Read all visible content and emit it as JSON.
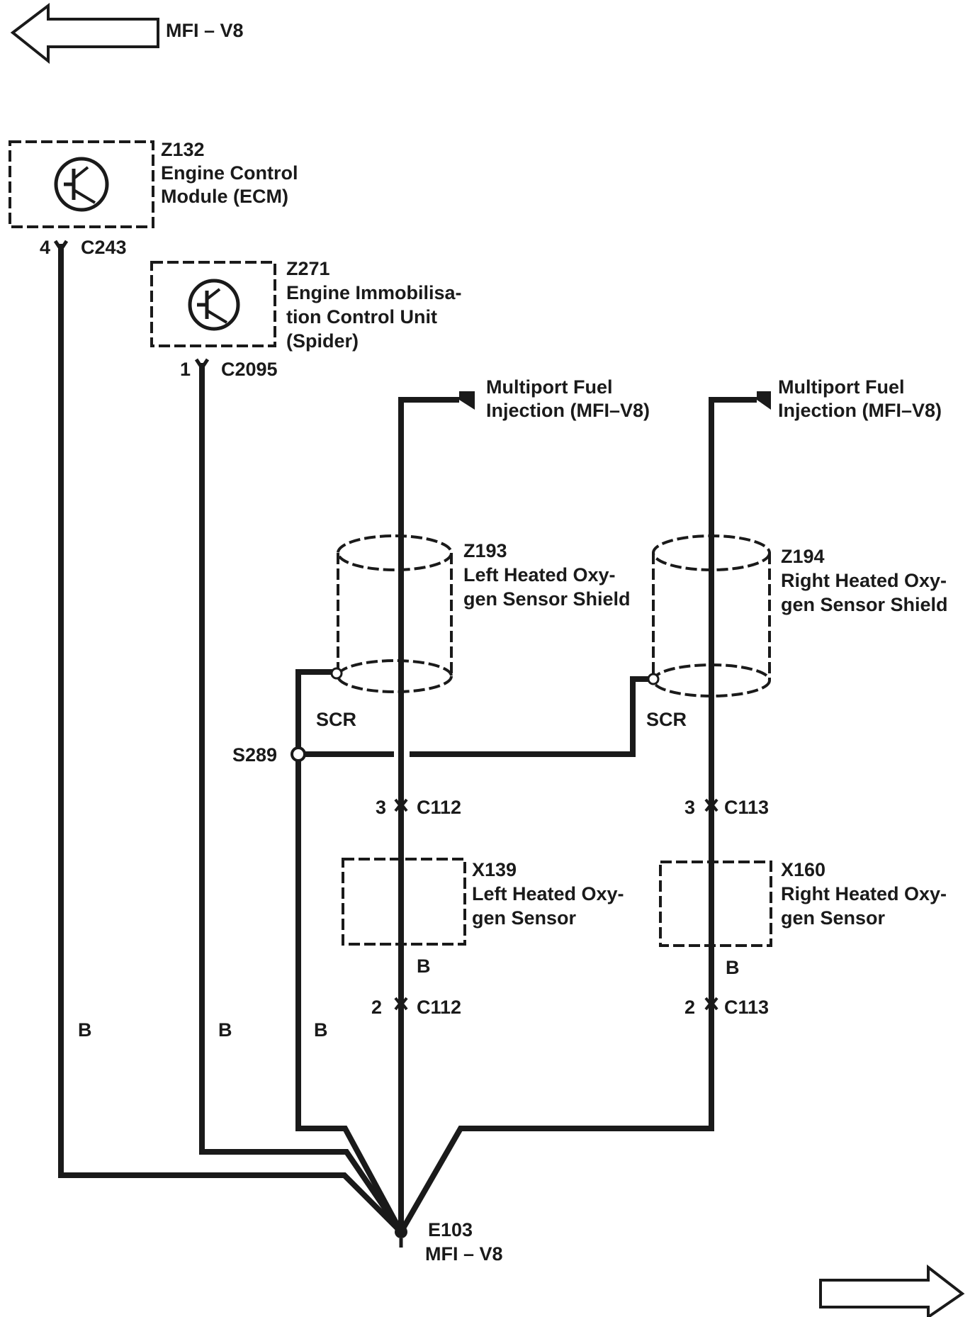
{
  "nav": {
    "prev_label": "MFI – V8"
  },
  "components": {
    "ecm": {
      "id": "Z132",
      "line1": "Engine Control",
      "line2": "Module (ECM)",
      "pin": "4",
      "connector": "C243"
    },
    "immobiliser": {
      "id": "Z271",
      "line1": "Engine Immobilisa-",
      "line2": "tion Control Unit",
      "line3": "(Spider)",
      "pin": "1",
      "connector": "C2095"
    },
    "mfi_left": {
      "line1": "Multiport Fuel",
      "line2": "Injection (MFI–V8)"
    },
    "mfi_right": {
      "line1": "Multiport Fuel",
      "line2": "Injection (MFI–V8)"
    },
    "left_shield": {
      "id": "Z193",
      "line1": "Left Heated Oxy-",
      "line2": "gen Sensor Shield",
      "drain": "SCR"
    },
    "right_shield": {
      "id": "Z194",
      "line1": "Right Heated Oxy-",
      "line2": "gen Sensor Shield",
      "drain": "SCR"
    },
    "splice": {
      "id": "S289"
    },
    "left_sensor": {
      "id": "X139",
      "line1": "Left Heated Oxy-",
      "line2": "gen Sensor",
      "upper_pin": "3",
      "upper_connector": "C112",
      "lower_pin": "2",
      "lower_connector": "C112",
      "wire_color": "B"
    },
    "right_sensor": {
      "id": "X160",
      "line1": "Right Heated Oxy-",
      "line2": "gen Sensor",
      "upper_pin": "3",
      "upper_connector": "C113",
      "lower_pin": "2",
      "lower_connector": "C113",
      "wire_color": "B"
    },
    "ground": {
      "id": "E103",
      "line1": "MFI – V8"
    }
  },
  "wire_colors": {
    "ecm_ground": "B",
    "immobiliser_ground": "B",
    "shield_ground": "B"
  },
  "colors": {
    "ink": "#1a1a1a",
    "component_fill": "#a8a8a8",
    "background": "#ffffff"
  },
  "icons": {
    "prev_page": "left-arrow-icon",
    "next_page": "right-arrow-icon",
    "module": "transistor-icon"
  }
}
